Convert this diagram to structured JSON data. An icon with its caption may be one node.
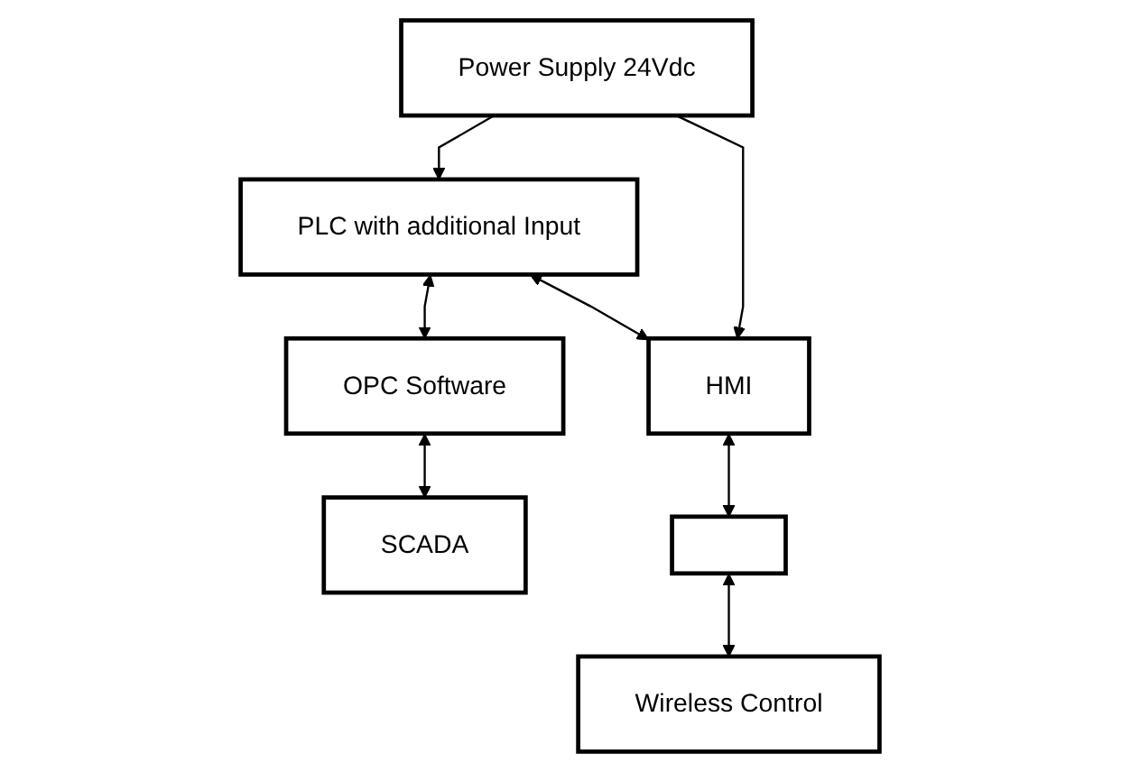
{
  "diagram": {
    "nodes": [
      {
        "text": [
          "Power Supply 24Vdc"
        ]
      },
      {
        "text": [
          "PLC with additional Input"
        ]
      },
      {
        "text": [
          "HMI"
        ]
      },
      {
        "text": [
          "OPC Software"
        ]
      },
      {
        "text": [
          "SCADA"
        ]
      },
      {
        "text": [],
        "shape": "box"
      },
      {
        "text": [
          "Wireless Control"
        ]
      }
    ],
    "edges": [
      {
        "from": 0,
        "to": 1,
        "arrow": "to"
      },
      {
        "from": 0,
        "to": 2,
        "arrow": "to"
      },
      {
        "from": 1,
        "to": 2,
        "arrow": "both"
      },
      {
        "from": 1,
        "to": 3,
        "arrow": "both"
      },
      {
        "from": 3,
        "to": 4,
        "arrow": "both"
      },
      {
        "from": 2,
        "to": 5,
        "arrow": "both"
      },
      {
        "from": 5,
        "to": 6,
        "arrow": "both"
      }
    ]
  }
}
